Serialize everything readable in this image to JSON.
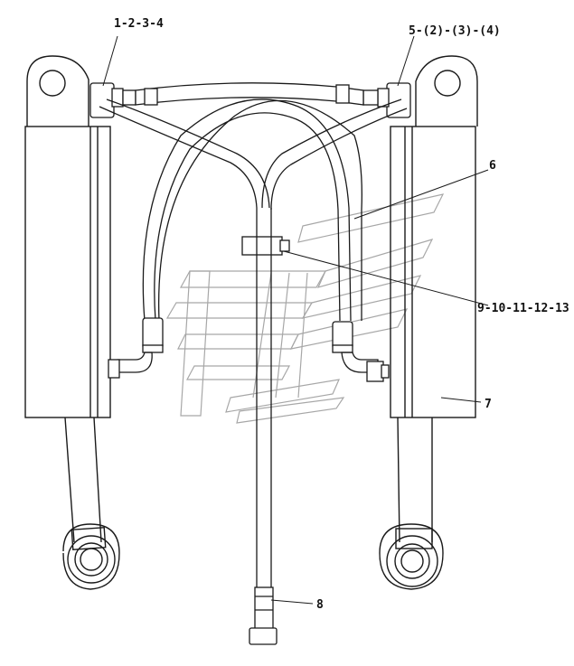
{
  "callouts": {
    "p1": "1-2-3-4",
    "p5": "5-(2)-(3)-(4)",
    "p6": "6",
    "p7": "7",
    "p8": "8",
    "p9": "9-10-11-12-13"
  },
  "colors": {
    "line": "#1a1a1a",
    "watermark": "#7a7a7a",
    "background": "#ffffff"
  }
}
